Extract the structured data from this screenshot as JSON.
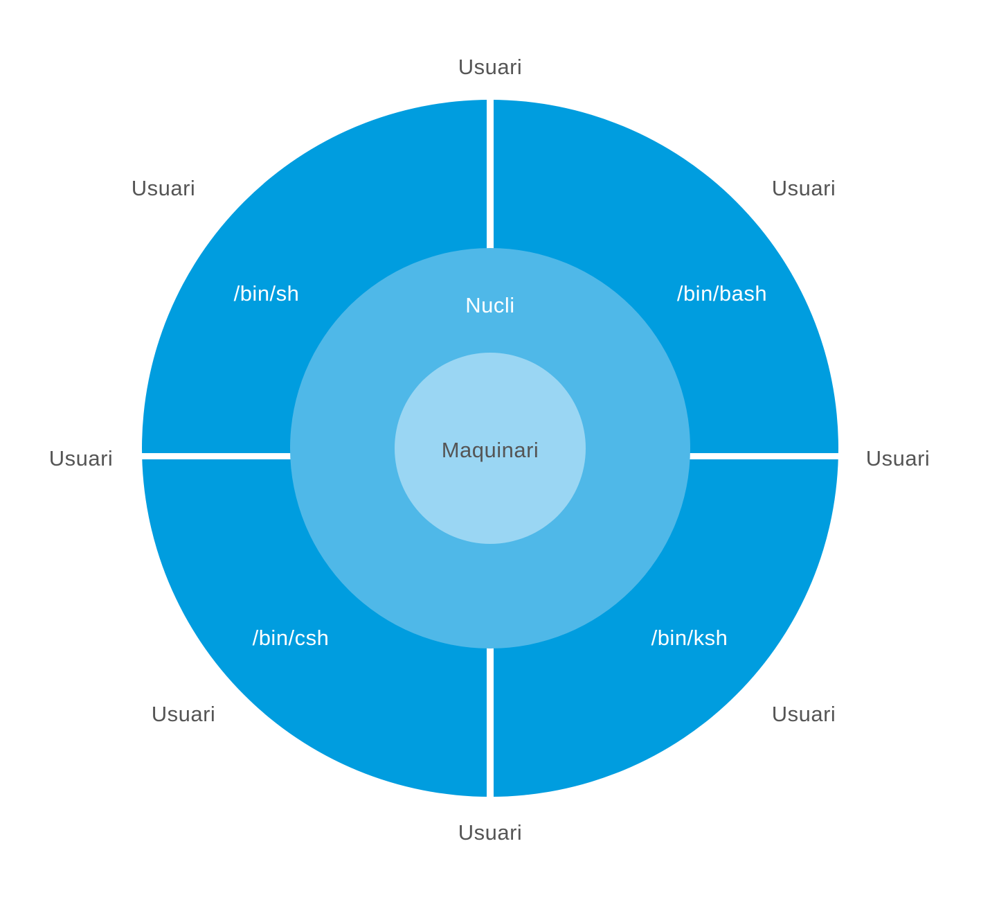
{
  "colors": {
    "shell_ring": "#009ddf",
    "kernel_ring": "#4fb8e8",
    "hardware_core": "#9ad6f3",
    "divider": "#ffffff",
    "user_text": "#555555",
    "inner_text": "#ffffff"
  },
  "center": {
    "hardware_label": "Maquinari",
    "kernel_label": "Nucli"
  },
  "shells": [
    {
      "label": "/bin/sh"
    },
    {
      "label": "/bin/bash"
    },
    {
      "label": "/bin/csh"
    },
    {
      "label": "/bin/ksh"
    }
  ],
  "users": [
    {
      "label": "Usuari"
    },
    {
      "label": "Usuari"
    },
    {
      "label": "Usuari"
    },
    {
      "label": "Usuari"
    },
    {
      "label": "Usuari"
    },
    {
      "label": "Usuari"
    },
    {
      "label": "Usuari"
    },
    {
      "label": "Usuari"
    }
  ]
}
